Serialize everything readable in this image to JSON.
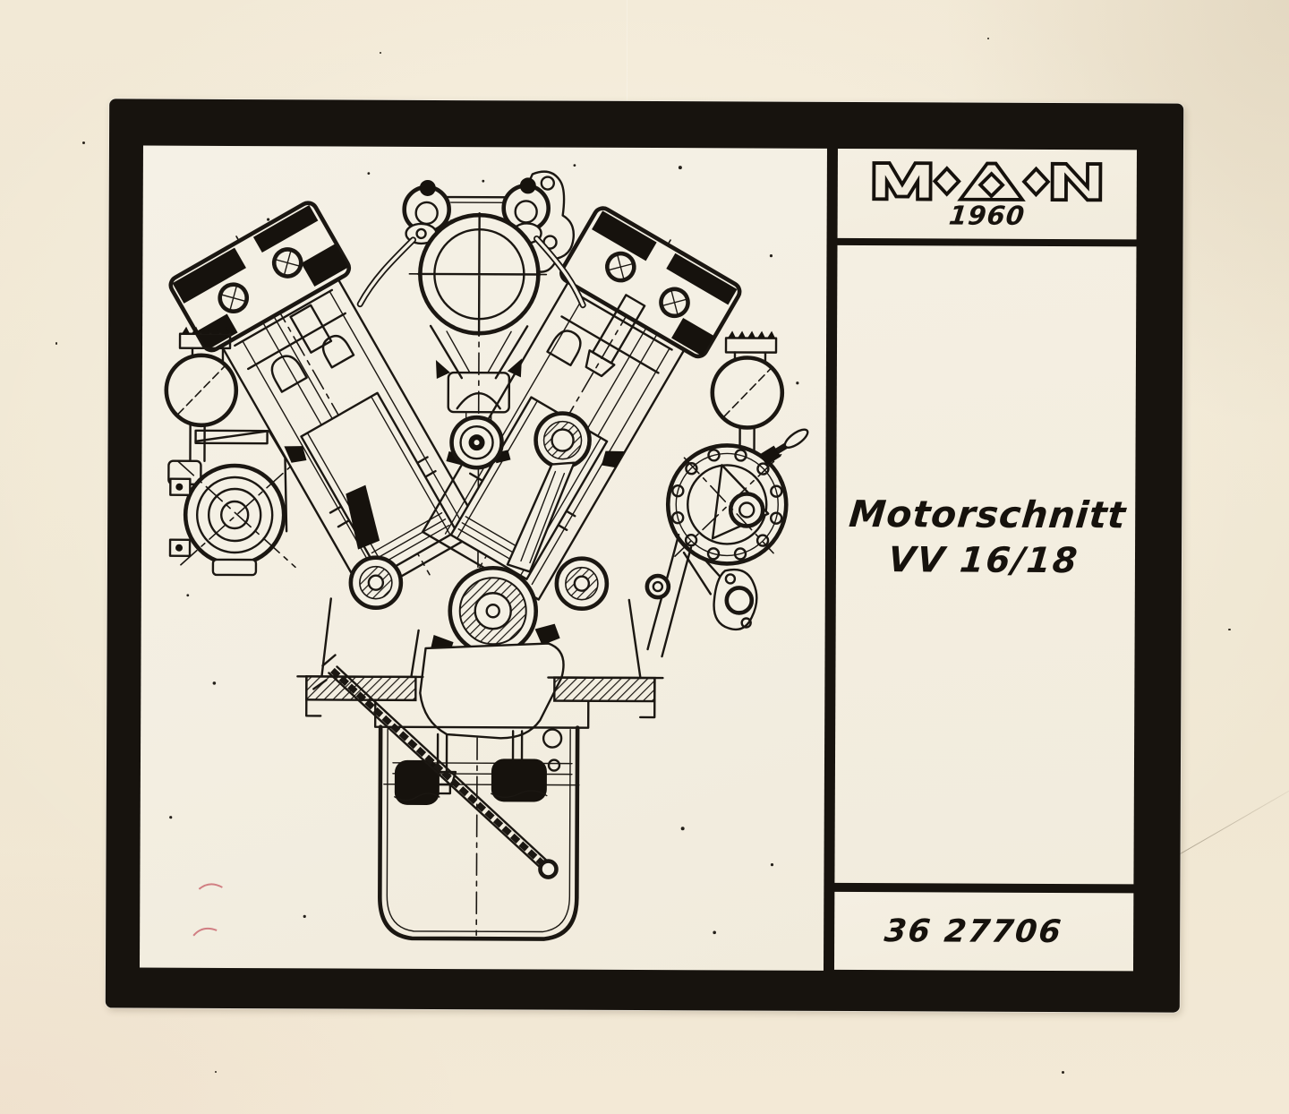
{
  "photo": {
    "frame_color": "#17130e",
    "paper_color": "#efe6d1",
    "panel_color": "#f4f0e4",
    "ink_color": "#1b1712"
  },
  "title_block": {
    "logo_text": "M·A·N",
    "year": "1960",
    "title_line1": "Motorschnitt",
    "title_line2": "VV 16/18",
    "drawing_number": "36 27706"
  },
  "drawing": {
    "label": "Engine cross-section technical drawing of a V-type engine"
  }
}
